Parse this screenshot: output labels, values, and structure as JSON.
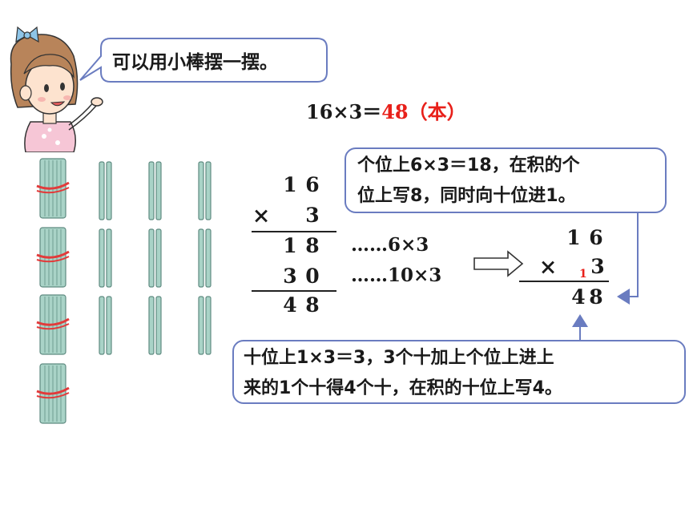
{
  "speech": {
    "text": "可以用小棒摆一摆。"
  },
  "equation": {
    "left": "16×3＝",
    "answer": "48",
    "unit": "（本）"
  },
  "calc_left": {
    "top_digits": [
      "1",
      "6"
    ],
    "times_sign": "×",
    "multiplier": "3",
    "partial1": [
      "1",
      "8"
    ],
    "partial2": [
      "3",
      "0"
    ],
    "result": [
      "4",
      "8"
    ],
    "note1": "……6×3",
    "note2": "……10×3"
  },
  "calc_right": {
    "top_digits": [
      "1",
      "6"
    ],
    "times_sign": "×",
    "multiplier": "3",
    "carry": "1",
    "result": [
      "4",
      "8"
    ]
  },
  "callout_top": {
    "line1": "个位上6×3＝18，在积的个",
    "line2": "位上写8，同时向十位进1。"
  },
  "callout_bottom": {
    "line1": "十位上1×3＝3，3个十加上个位上进上",
    "line2": "来的1个十得4个十，在积的十位上写4。"
  },
  "colors": {
    "answer": "#e8201a",
    "callout_border": "#6a7cc0",
    "stick": "#9cc9bd",
    "band": "#e23a3a"
  }
}
